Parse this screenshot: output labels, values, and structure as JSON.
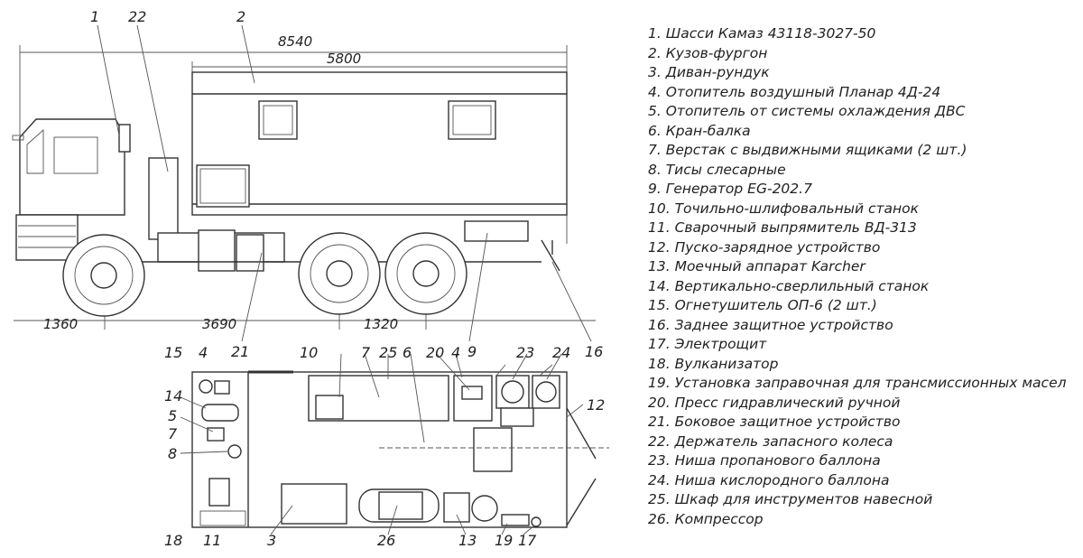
{
  "dimensions": {
    "total_length": "8540",
    "body_length": "5800",
    "front_overhang": "1360",
    "wheelbase": "3690",
    "rear_axle_spacing": "1320"
  },
  "side_view_callouts": [
    "1",
    "22",
    "2",
    "21",
    "9",
    "16"
  ],
  "plan_view_callouts": {
    "top": [
      "15",
      "4",
      "10",
      "7",
      "25",
      "6",
      "20",
      "4",
      "23",
      "24"
    ],
    "left": [
      "14",
      "5",
      "7",
      "8"
    ],
    "right": [
      "12"
    ],
    "bottom": [
      "18",
      "11",
      "3",
      "26",
      "13",
      "19",
      "17"
    ]
  },
  "legend": [
    "1. Шасси Камаз 43118-3027-50",
    "2. Кузов-фургон",
    "3. Диван-рундук",
    "4. Отопитель воздушный Планар 4Д-24",
    "5. Отопитель от системы охлаждения ДВС",
    "6. Кран-балка",
    "7. Верстак с выдвижными ящиками (2 шт.)",
    "8. Тисы слесарные",
    "9. Генератор EG-202.7",
    "10. Точильно-шлифовальный станок",
    "11. Сварочный выпрямитель ВД-313",
    "12. Пуско-зарядное устройство",
    "13. Моечный аппарат Karcher",
    "14. Вертикально-сверлильный станок",
    "15. Огнетушитель ОП-6 (2 шт.)",
    "16. Заднее защитное устройство",
    "17. Электрощит",
    "18. Вулканизатор",
    "19. Установка заправочная для трансмиссионных масел",
    "20. Пресс гидравлический ручной",
    "21. Боковое защитное устройство",
    "22. Держатель запасного колеса",
    "23. Ниша пропанового баллона",
    "24. Ниша кислородного баллона",
    "25. Шкаф для инструментов навесной",
    "26. Компрессор"
  ]
}
